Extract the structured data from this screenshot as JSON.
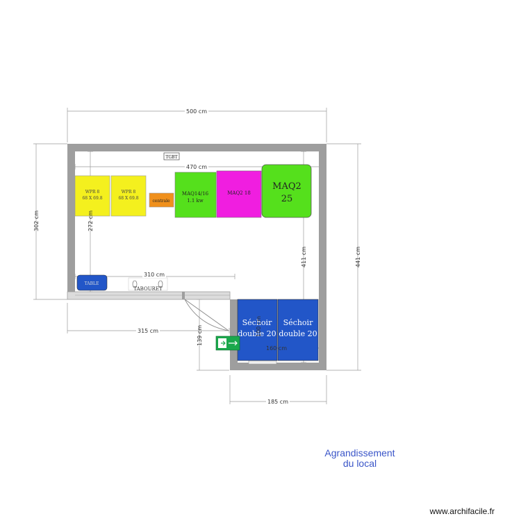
{
  "dimensions": {
    "top_width": "500 cm",
    "inner_width": "470 cm",
    "left_height": "302 cm",
    "inner_height": "272 cm",
    "right_outer_height": "441 cm",
    "right_inner_height": "411 cm",
    "corridor_width": "310 cm",
    "lower_width": "315 cm",
    "door_height": "139 cm",
    "extension_inner_width": "160 cm",
    "extension_inner_height": "100 cm",
    "extension_width": "185 cm"
  },
  "labels": {
    "tgbt": "TGBT",
    "wpr1_line1": "WPR 8",
    "wpr1_line2": "68 X 69.8",
    "wpr2_line1": "WPR 8",
    "wpr2_line2": "68 X 69.8",
    "centrale": "centrale",
    "maq14_line1": "MAQ14/16",
    "maq14_line2": "1.1 kw",
    "maq2_18": "MAQ2 18",
    "maq2_line1": "MAQ2",
    "maq2_line2": "25",
    "table": "TABLE",
    "tabouret": "TABOURET",
    "sechoir1_line1": "Séchoir",
    "sechoir1_line2": "double 20",
    "sechoir2_line1": "Séchoir",
    "sechoir2_line2": "double 20"
  },
  "caption": {
    "line1": "Agrandissement",
    "line2": "du local"
  },
  "credit": "www.archifacile.fr",
  "colors": {
    "wall": "#9e9e9e",
    "yellow_machine": "#f4f01e",
    "orange_machine": "#f0901c",
    "green_machine": "#55e01c",
    "magenta_machine": "#f01ee0",
    "blue_machine": "#2256c8",
    "door_sign": "#1aa84c",
    "caption": "#3a55c8"
  }
}
